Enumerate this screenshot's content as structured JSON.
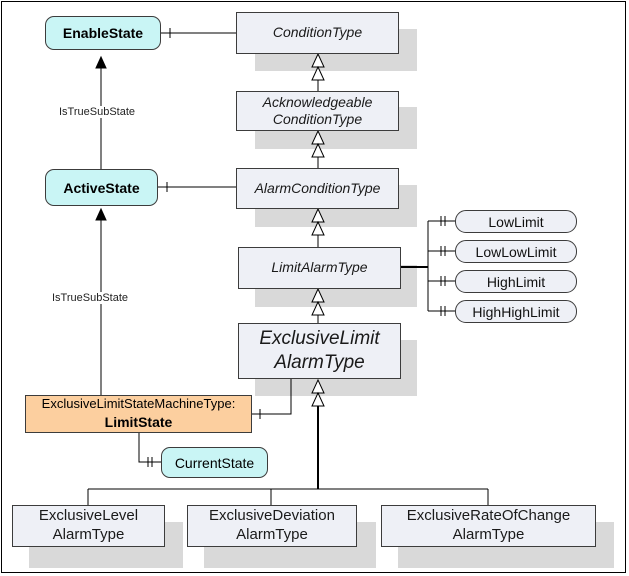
{
  "nodes": {
    "condition_type": "ConditionType",
    "acknowledgeable": [
      "Acknowledgeable",
      "ConditionType"
    ],
    "alarm_condition_type": "AlarmConditionType",
    "limit_alarm_type": "LimitAlarmType",
    "exclusive_limit_alarm_type": [
      "ExclusiveLimit",
      "AlarmType"
    ],
    "exclusive_level": [
      "ExclusiveLevel",
      "AlarmType"
    ],
    "exclusive_deviation": [
      "ExclusiveDeviation",
      "AlarmType"
    ],
    "exclusive_rate_of_change": [
      "ExclusiveRateOfChange",
      "AlarmType"
    ]
  },
  "states": {
    "enable_state": "EnableState",
    "active_state": "ActiveState",
    "current_state": "CurrentState"
  },
  "limits": [
    "LowLimit",
    "LowLowLimit",
    "HighLimit",
    "HighHighLimit"
  ],
  "state_machine": {
    "type": "ExclusiveLimitStateMachineType:",
    "name": "LimitState"
  },
  "references": {
    "active_to_enable": "IsTrueSubState",
    "limit_to_active": "IsTrueSubState"
  }
}
